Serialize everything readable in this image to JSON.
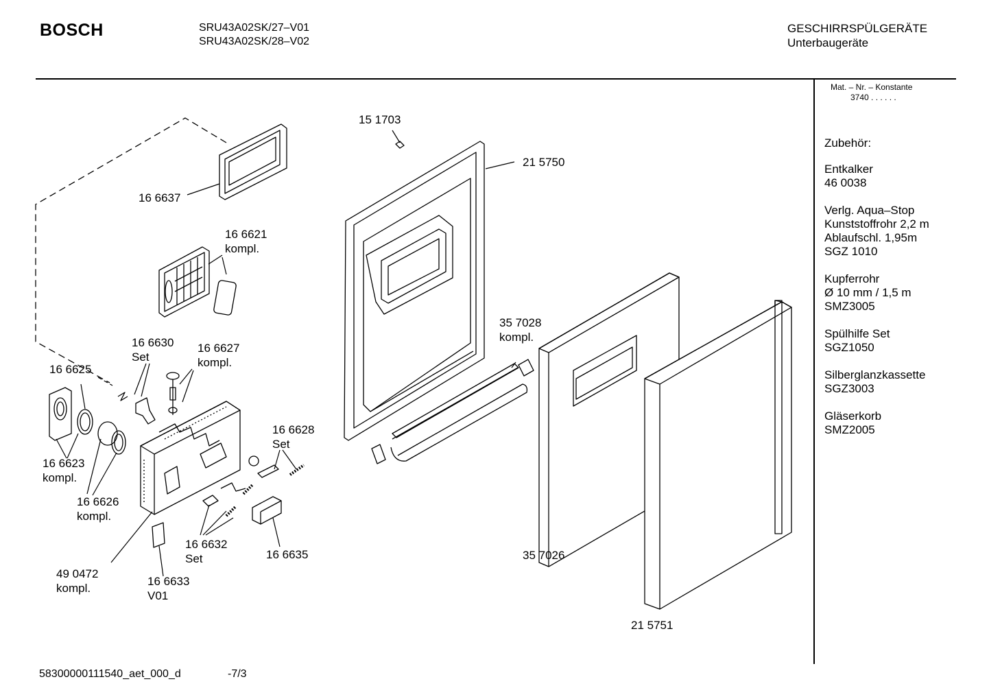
{
  "header": {
    "brand": "BOSCH",
    "models": [
      "SRU43A02SK/27–V01",
      "SRU43A02SK/28–V02"
    ],
    "category": "GESCHIRRSPÜLGERÄTE",
    "subcategory": "Unterbaugeräte"
  },
  "sidebar": {
    "mat_label": "Mat. – Nr. – Konstante",
    "mat_value": "3740  .  .  .  .  .  .",
    "accessories_title": "Zubehör:",
    "accessories": [
      "Entkalker\n46 0038",
      "Verlg. Aqua–Stop\nKunststoffrohr 2,2 m\nAblaufschl. 1,95m\nSGZ 1010",
      "Kupferrohr\nØ 10 mm / 1,5 m\nSMZ3005",
      "Spülhilfe Set\nSGZ1050",
      "Silberglanzkassette\nSGZ3003",
      "Gläserkorb\nSMZ2005"
    ]
  },
  "parts": [
    "15 1703",
    "21 5750",
    "16 6637",
    "16 6621\nkompl.",
    "16 6630\nSet",
    "16 6627\nkompl.",
    "16 6625",
    "16 6628\nSet",
    "16 6623\nkompl.",
    "16 6626\nkompl.",
    "16 6632\nSet",
    "16 6635",
    "49 0472\nkompl.",
    "16 6633\nV01",
    "35 7028\nkompl.",
    "35 7026",
    "21 5751"
  ],
  "footer": {
    "doc_id": "58300000111540_aet_000_d",
    "page": "-7/3"
  }
}
